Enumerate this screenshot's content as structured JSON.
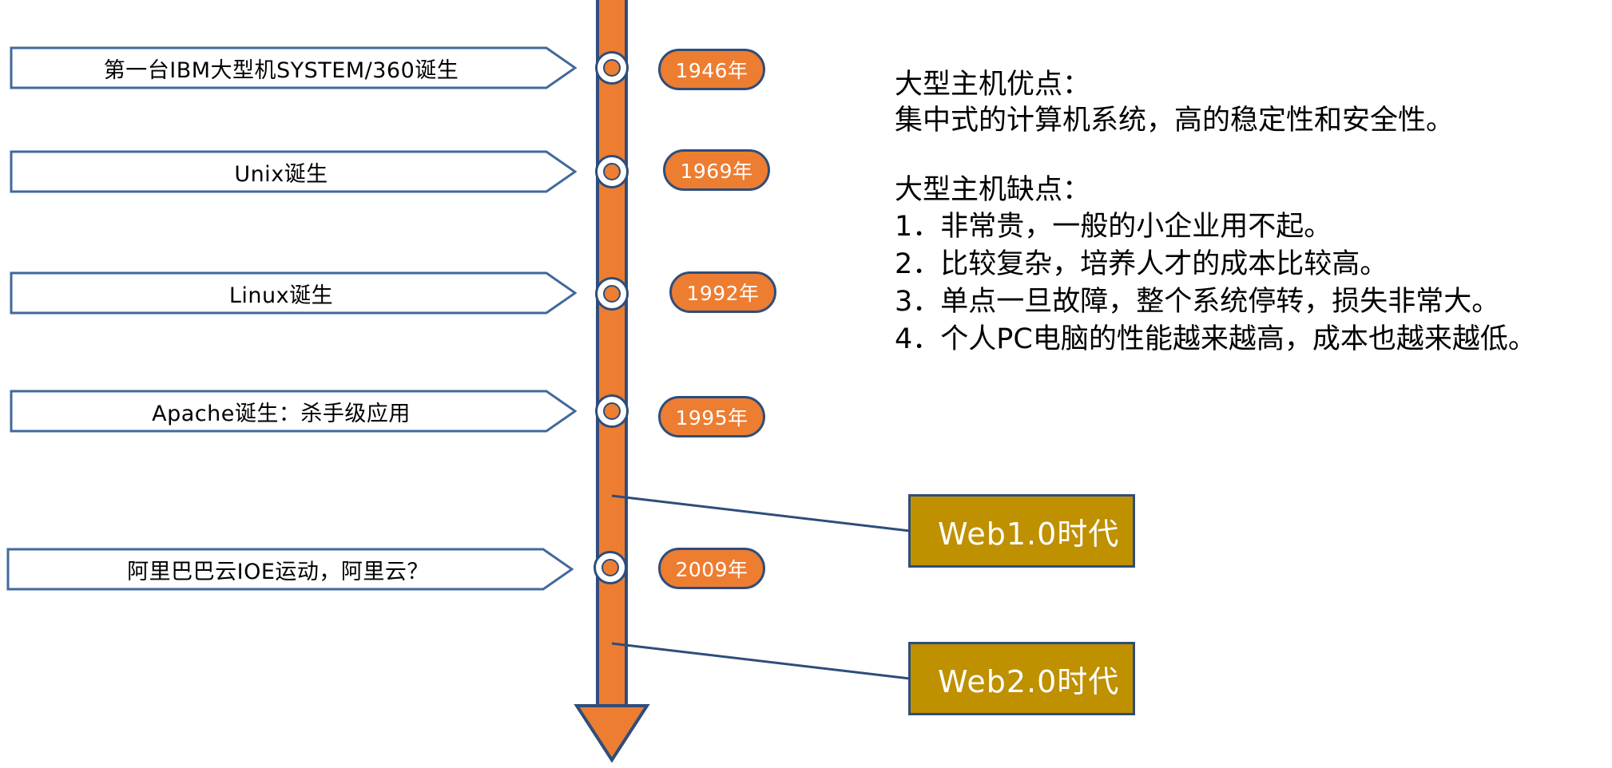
{
  "timeline": {
    "spine_color": "#ED7D31",
    "spine_outline_color": "#2E4D7B",
    "arrow_direction": "down"
  },
  "events": [
    {
      "label": "第一台IBM大型机SYSTEM/360诞生",
      "year": "1946年"
    },
    {
      "label": "Unix诞生",
      "year": "1969年"
    },
    {
      "label": "Linux诞生",
      "year": "1992年"
    },
    {
      "label": "Apache诞生：杀手级应用",
      "year": "1995年"
    },
    {
      "label": "阿里巴巴云IOE运动，阿里云？",
      "year": "2009年"
    }
  ],
  "notes": {
    "pros_heading": "大型主机优点：",
    "pros_body": "集中式的计算机系统，高的稳定性和安全性。",
    "cons_heading": "大型主机缺点：",
    "cons_items": [
      "1．非常贵，一般的小企业用不起。",
      "2．比较复杂，培养人才的成本比较高。",
      "3．单点一旦故障，整个系统停转，损失非常大。",
      "4．个人PC电脑的性能越来越高，成本也越来越低。"
    ]
  },
  "eras": [
    {
      "label": "Web1.0时代",
      "fill": "#BF9000"
    },
    {
      "label": "Web2.0时代",
      "fill": "#BF9000"
    }
  ],
  "colors": {
    "accent_orange": "#ED7D31",
    "outline_blue": "#2E4D7B",
    "banner_outline": "#41699B",
    "era_gold": "#BF9000"
  }
}
